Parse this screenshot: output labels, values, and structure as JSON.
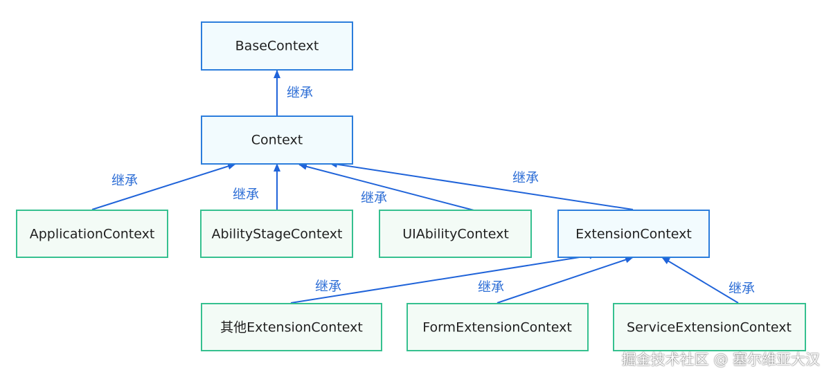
{
  "colors": {
    "blue_border": "#2b7ddc",
    "blue_fill": "#f2fbfe",
    "green_border": "#35c08f",
    "green_fill": "#f3fbf6",
    "arrow": "#1f63d9",
    "edge_label": "#2f6fd6"
  },
  "nodes": {
    "base": "BaseContext",
    "context": "Context",
    "application": "ApplicationContext",
    "abilitystage": "AbilityStageContext",
    "uiability": "UIAbilityContext",
    "extension": "ExtensionContext",
    "other_ext": "其他ExtensionContext",
    "form_ext": "FormExtensionContext",
    "service_ext": "ServiceExtensionContext"
  },
  "edges": {
    "context_base": "继承",
    "application_context": "继承",
    "abilitystage_context": "继承",
    "uiability_context": "继承",
    "extension_context": "继承",
    "other_extension": "继承",
    "form_extension": "继承",
    "service_extension": "继承"
  },
  "watermark": "掘金技术社区 @ 塞尔维亚大汉"
}
